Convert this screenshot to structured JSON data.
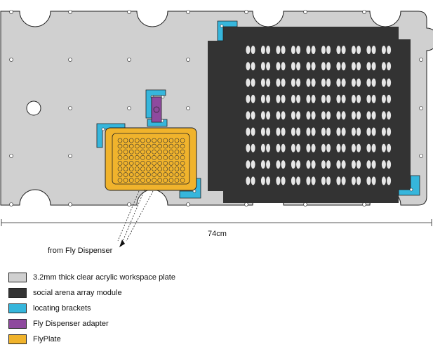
{
  "diagram": {
    "dimension_label": "74cm",
    "source_label": "from Fly Dispenser"
  },
  "legend": [
    {
      "label": "3.2mm thick clear acrylic workspace plate",
      "color": "#d0d0d0"
    },
    {
      "label": "social arena array module",
      "color": "#333333"
    },
    {
      "label": "locating brackets",
      "color": "#36b6dc"
    },
    {
      "label": "Fly Dispenser adapter",
      "color": "#8e4a9e"
    },
    {
      "label": "FlyPlate",
      "color": "#f0b32c"
    }
  ],
  "colors": {
    "plate": "#d0d0d0",
    "module": "#333333",
    "bracket": "#36b6dc",
    "adapter": "#8e4a9e",
    "flyplate": "#f0b32c",
    "arena_hole": "#e6e6e6"
  }
}
